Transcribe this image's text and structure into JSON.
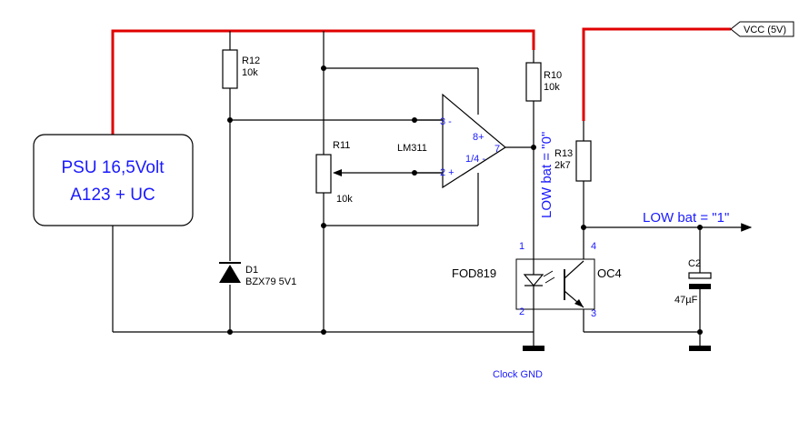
{
  "psu": {
    "line1": "PSU 16,5Volt",
    "line2": "A123 + UC"
  },
  "vcc": {
    "label": "VCC (5V)"
  },
  "r12": {
    "ref": "R12",
    "value": "10k"
  },
  "r10": {
    "ref": "R10",
    "value": "10k"
  },
  "r11": {
    "ref": "R11",
    "value": "10k"
  },
  "r13": {
    "ref": "R13",
    "value": "2k7"
  },
  "opamp": {
    "name": "LM311",
    "pin_minus": "3 -",
    "pin_plus": "2 +",
    "pin_8": "8+",
    "pin_out": "7",
    "pin_quarter": "1/4 -"
  },
  "d1": {
    "ref": "D1",
    "value": "BZX79 5V1"
  },
  "optocoupler": {
    "name": "FOD819",
    "ref": "OC4",
    "pin1": "1",
    "pin2": "2",
    "pin3": "3",
    "pin4": "4"
  },
  "c2": {
    "ref": "C2",
    "value": "47µF"
  },
  "signals": {
    "low_bat_0": "LOW bat = \"0\"",
    "low_bat_1": "LOW bat = \"1\""
  },
  "ground": {
    "label": "Clock GND"
  },
  "colors": {
    "supply_wire": "#e00000",
    "wire": "#000000",
    "text_accent": "#1a1aff"
  }
}
